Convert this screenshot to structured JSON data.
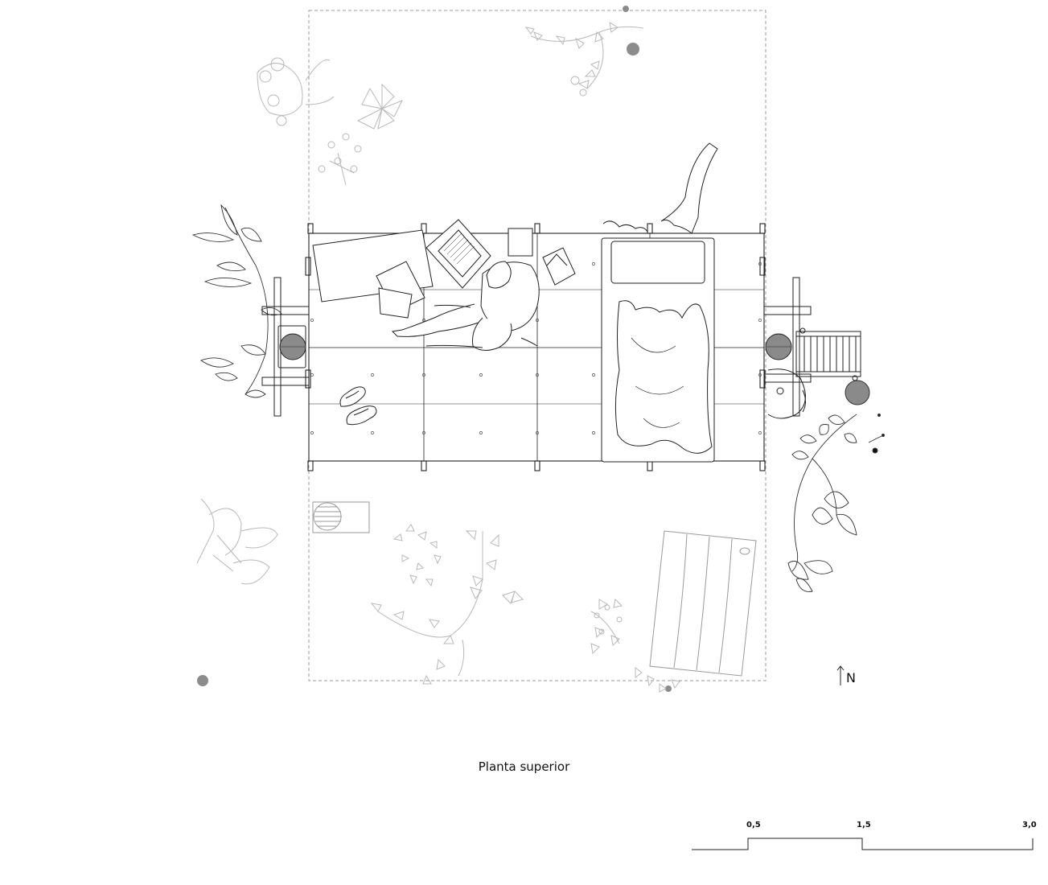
{
  "title": "Planta superior",
  "north_label": "N",
  "scale_bar": {
    "labels": [
      "0,5",
      "1,5",
      "3,0"
    ]
  },
  "colors": {
    "line": "#111111",
    "vegetation": "#b5b5b5",
    "dashed_boundary": "#888888",
    "marker_fill": "#8a8a8a"
  },
  "icons": [
    "north-arrow-icon",
    "person-figure-icon",
    "laptop-icon",
    "bed-icon",
    "flip-flops-icon",
    "ladder-icon",
    "bench-icon",
    "plant-icon",
    "column-marker-icon"
  ]
}
